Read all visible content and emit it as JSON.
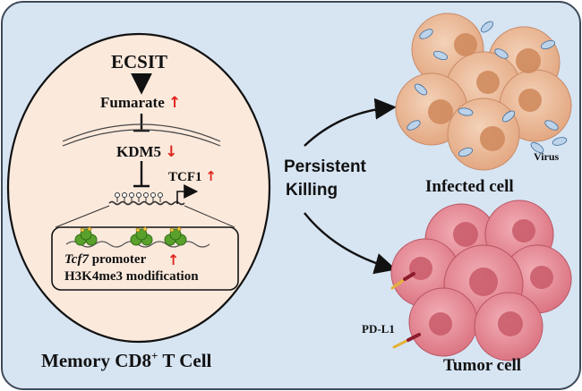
{
  "cell": {
    "title_main": "Memory CD8",
    "title_sup": "+",
    "title_rest": " T Cell"
  },
  "pathway": {
    "ecsit": "ECSIT",
    "fumarate": "Fumarate",
    "fumarate_change": "↑",
    "kdm5": "KDM5",
    "kdm5_change": "↓",
    "tcf1": "TCF1",
    "tcf1_change": "↑"
  },
  "promoter_box": {
    "gene_italic": "Tcf7",
    "promoter_rest": " promoter",
    "promoter_change": "↑",
    "modification": "H3K4me3 modification"
  },
  "center": {
    "line1": "Persistent",
    "line2": "Killing"
  },
  "targets": {
    "infected_label": "Infected cell",
    "virus_label": "Virus",
    "tumor_label": "Tumor cell",
    "pdl1_label": "PD-L1"
  },
  "colors": {
    "panel_bg": "#d7e4f2",
    "panel_border": "#3f4a5a",
    "cell_fill": "#fbe9dc",
    "infected_cell": "#eab897",
    "infected_nucleus": "#d08b5e",
    "tumor_cell": "#e88a95",
    "tumor_dark": "#c95a68",
    "virus": "#bcd3ea",
    "arrow_up": "#e0241b",
    "nucleosome": "#5aa02c"
  }
}
